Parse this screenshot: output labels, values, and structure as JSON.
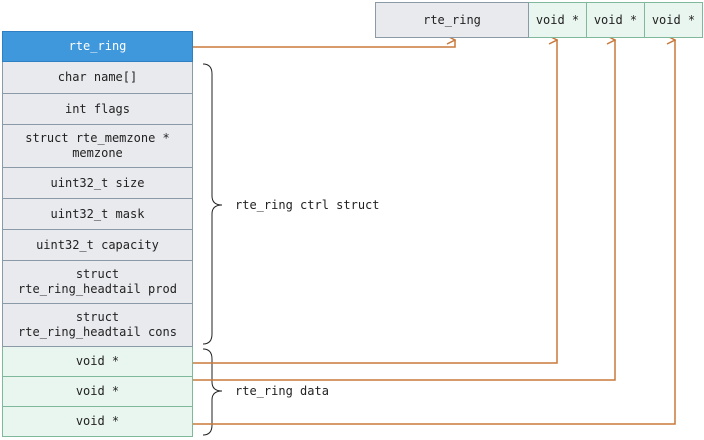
{
  "struct_column": {
    "header": "rte_ring",
    "fields": [
      "char name[]",
      "int flags",
      "struct rte_memzone *\nmemzone",
      "uint32_t size",
      "uint32_t mask",
      "uint32_t capacity",
      "struct\nrte_ring_headtail prod",
      "struct\nrte_ring_headtail cons"
    ],
    "data_slots": [
      "void *",
      "void *",
      "void *"
    ]
  },
  "top_row": {
    "ring_label": "rte_ring",
    "slots": [
      "void *",
      "void *",
      "void *"
    ]
  },
  "brace_labels": {
    "ctrl": "rte_ring ctrl struct",
    "data": "rte_ring data"
  },
  "colors": {
    "arrow": "#c8783a",
    "header": "#3f97dc",
    "field_bg": "#e9eaee",
    "data_bg": "#e9f6ef"
  }
}
